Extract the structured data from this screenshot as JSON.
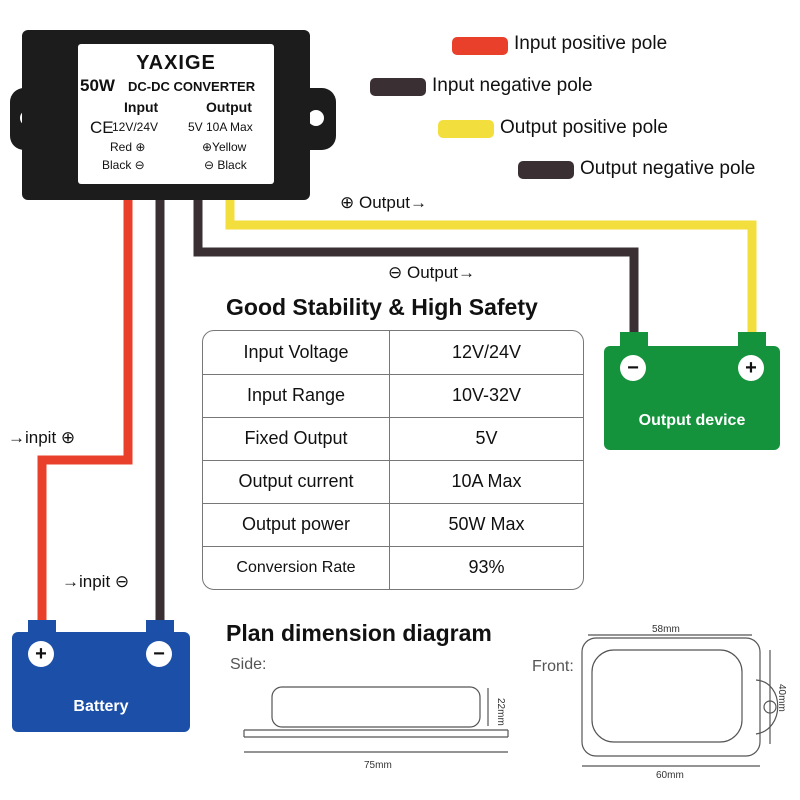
{
  "colors": {
    "red": "#e8402a",
    "dark": "#3a3033",
    "yellow": "#f2de3c",
    "green": "#14923c",
    "blue": "#1b4fa8"
  },
  "converter": {
    "brand": "YAXIGE",
    "power": "50W",
    "model": "DC-DC CONVERTER",
    "ce": "CE",
    "input_label": "Input",
    "output_label": "Output",
    "input_voltage": "12V/24V",
    "output_spec": "5V 10A Max",
    "input_pos": "Red ⊕",
    "input_neg": "Black ⊖",
    "output_pos": "⊕Yellow",
    "output_neg": "⊖ Black"
  },
  "legend": [
    {
      "label": "Input positive pole"
    },
    {
      "label": "Input negative pole"
    },
    {
      "label": "Output positive pole"
    },
    {
      "label": "Output negative pole"
    }
  ],
  "wire_labels": {
    "output_pos": "⊕ Output→",
    "output_neg": "⊖ Output→",
    "input_pos": "→inpit ⊕",
    "input_neg": "→inpit ⊖"
  },
  "output_device": {
    "label": "Output device",
    "neg": "−",
    "pos": "+"
  },
  "battery": {
    "label": "Battery",
    "pos": "+",
    "neg": "−"
  },
  "spec_title": "Good Stability & High Safety",
  "spec_table": [
    {
      "key": "Input Voltage",
      "value": "12V/24V"
    },
    {
      "key": "Input Range",
      "value": "10V-32V"
    },
    {
      "key": "Fixed  Output",
      "value": "5V"
    },
    {
      "key": "Output current",
      "value": "10A Max"
    },
    {
      "key": "Output power",
      "value": "50W Max"
    },
    {
      "key": "Conversion Rate",
      "value": "93%"
    }
  ],
  "dimension": {
    "title": "Plan dimension diagram",
    "side_label": "Side:",
    "front_label": "Front:",
    "side_height": "22mm",
    "side_length": "75mm",
    "front_top": "58mm",
    "front_height": "40mm",
    "front_bottom": "60mm"
  }
}
